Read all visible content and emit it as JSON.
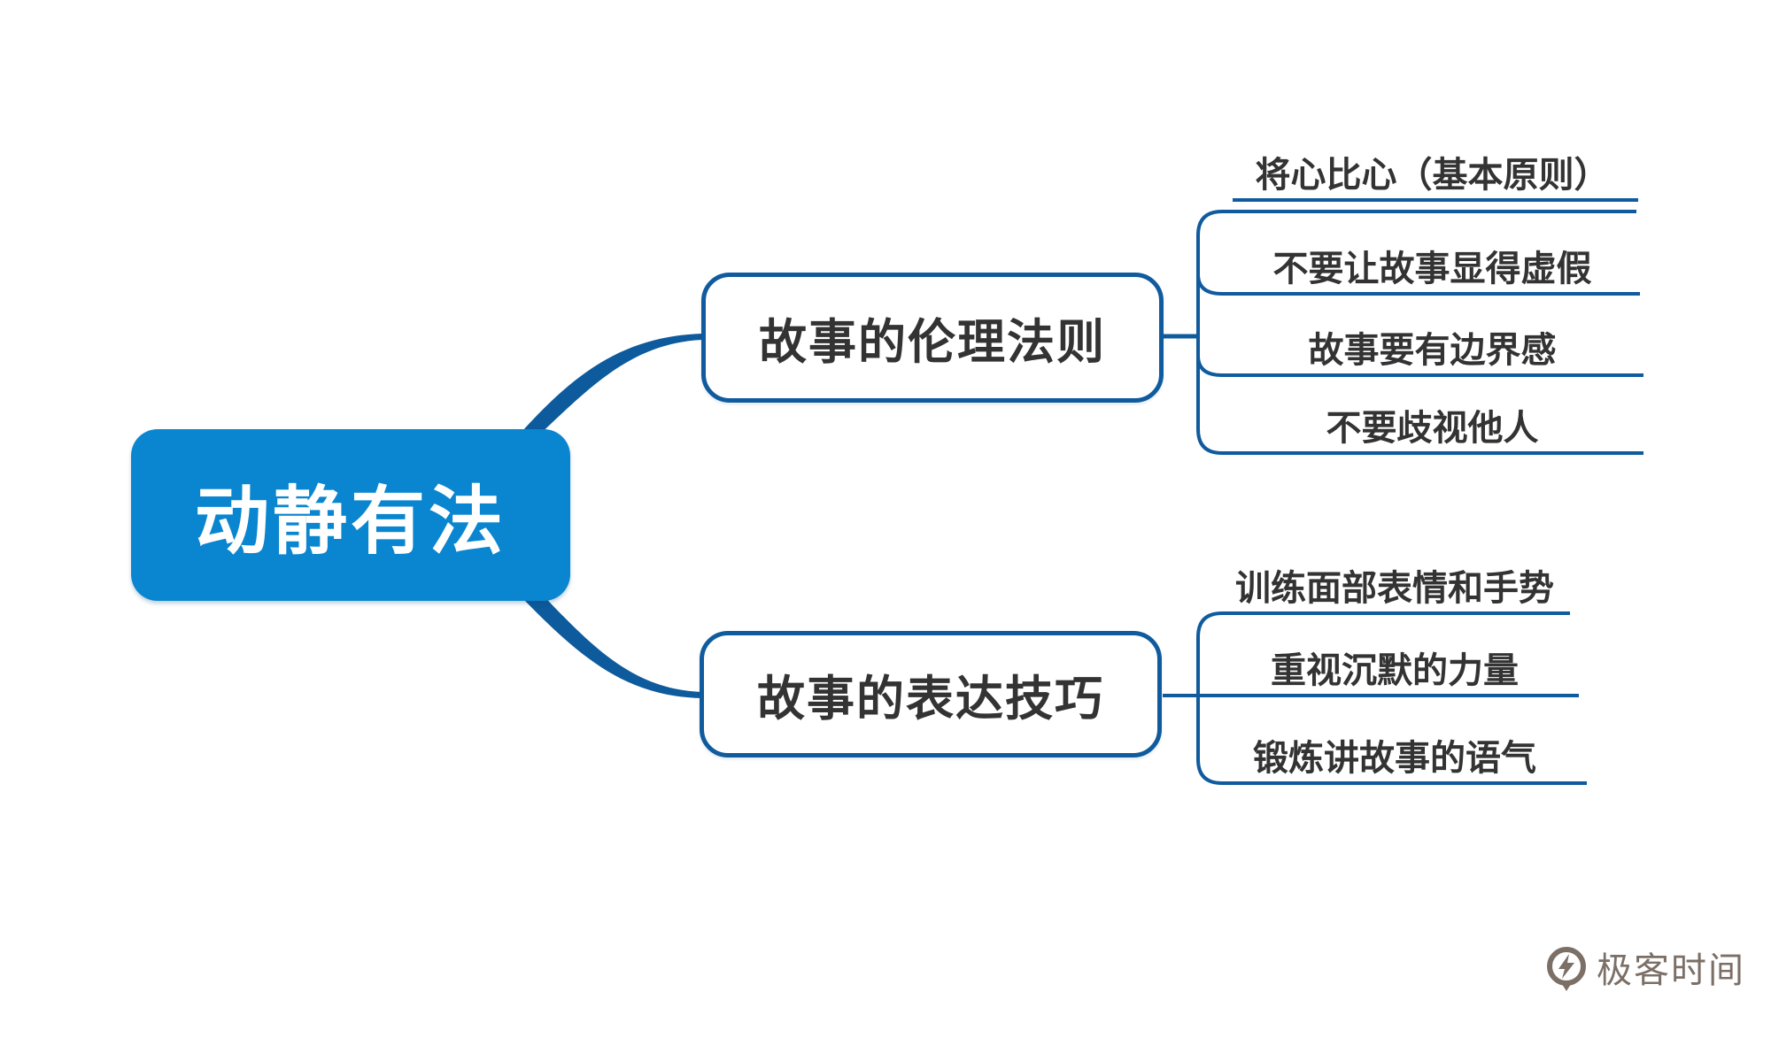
{
  "diagram": {
    "root": {
      "label": "动静有法"
    },
    "branches": [
      {
        "label": "故事的伦理法则",
        "children": [
          {
            "label": "将心比心（基本原则）"
          },
          {
            "label": "不要让故事显得虚假"
          },
          {
            "label": "故事要有边界感"
          },
          {
            "label": "不要歧视他人"
          }
        ]
      },
      {
        "label": "故事的表达技巧",
        "children": [
          {
            "label": "训练面部表情和手势"
          },
          {
            "label": "重视沉默的力量"
          },
          {
            "label": "锻炼讲故事的语气"
          }
        ]
      }
    ]
  },
  "watermark": {
    "brand": "极客时间"
  },
  "colors": {
    "root_fill": "#0a86d0",
    "line_blue": "#105b9e",
    "text_dark": "#333333",
    "logo_gray": "#7b6f66",
    "background": "#ffffff"
  }
}
